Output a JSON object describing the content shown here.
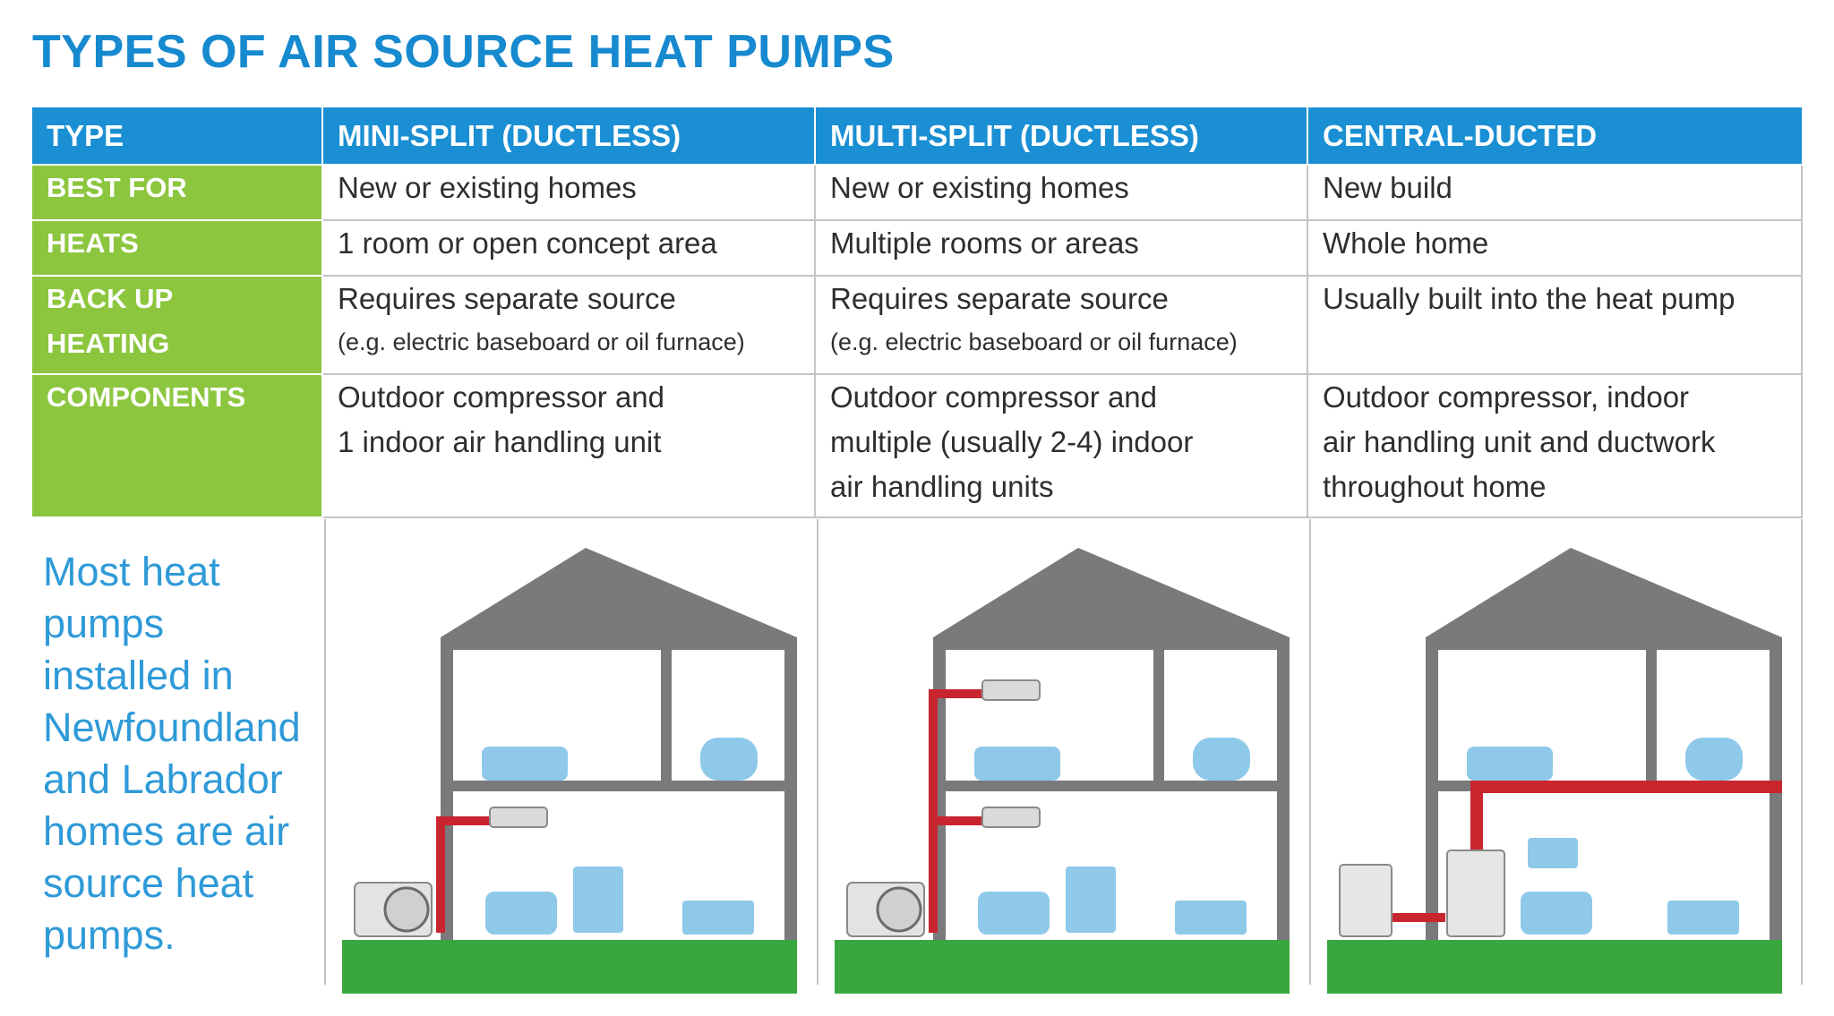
{
  "title": "TYPES OF AIR SOURCE HEAT PUMPS",
  "header": [
    "TYPE",
    "MINI-SPLIT (DUCTLESS)",
    "MULTI-SPLIT (DUCTLESS)",
    "CENTRAL-DUCTED"
  ],
  "rows": {
    "best_for": {
      "label": "BEST FOR",
      "mini": "New or existing homes",
      "multi": "New or existing homes",
      "central": "New build"
    },
    "heats": {
      "label": "HEATS",
      "mini": "1 room or open concept area",
      "multi": "Multiple rooms or areas",
      "central": "Whole home"
    },
    "backup": {
      "label_1": "BACK UP",
      "label_2": "HEATING",
      "mini_1": "Requires separate source",
      "mini_2": "(e.g. electric baseboard or oil furnace)",
      "multi_1": "Requires separate source",
      "multi_2": "(e.g. electric baseboard or oil furnace)",
      "central": "Usually built into the heat pump"
    },
    "components": {
      "label": "COMPONENTS",
      "mini_1": "Outdoor compressor and",
      "mini_2": "1 indoor air handling unit",
      "multi_1": "Outdoor compressor and",
      "multi_2": "multiple (usually 2-4) indoor",
      "multi_3": "air handling units",
      "central_1": "Outdoor compressor, indoor",
      "central_2": "air handling unit and ductwork",
      "central_3": "throughout home"
    }
  },
  "note_lines": [
    "Most heat",
    "pumps",
    "installed in",
    "Newfoundland",
    "and Labrador",
    "homes are air",
    "source heat",
    "pumps."
  ],
  "colors": {
    "title": "#1689cf",
    "header_bg": "#1a8fd3",
    "label_bg": "#8cc63f",
    "house": "#7a7a7c",
    "furniture": "#8fc9ea",
    "ground": "#3aa63f",
    "pipe": "#c9252f"
  }
}
